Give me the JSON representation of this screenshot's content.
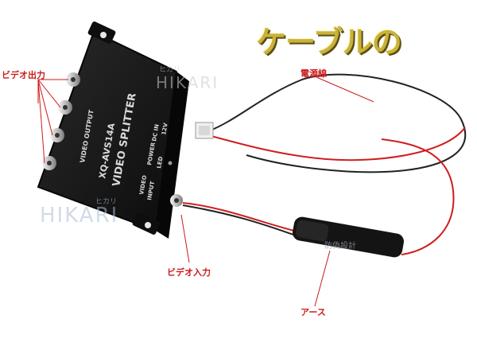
{
  "headline": "ケーブルの",
  "labels": {
    "video_output": "ビデオ出力",
    "power_line": "電源線",
    "video_input": "ビデオ入力",
    "ground": "アース"
  },
  "device": {
    "model": "XQ-AVS14A",
    "name": "VIDEO SPLITTER",
    "video_output": "VIDEO OUTPUT",
    "power": "POWER",
    "led": "LED",
    "dc_in": "DC IN",
    "voltage": "12V",
    "video": "VIDEO",
    "input": "INPUT"
  },
  "watermark": {
    "brand": "HIKARI",
    "kana": "ヒカリ",
    "tagline": "防偽設計"
  },
  "colors": {
    "label_red": "#cc1a1a",
    "headline_gold": "#c9b23a",
    "device_black": "#161616",
    "wire_red": "#d01e1e",
    "wire_black": "#222222"
  }
}
